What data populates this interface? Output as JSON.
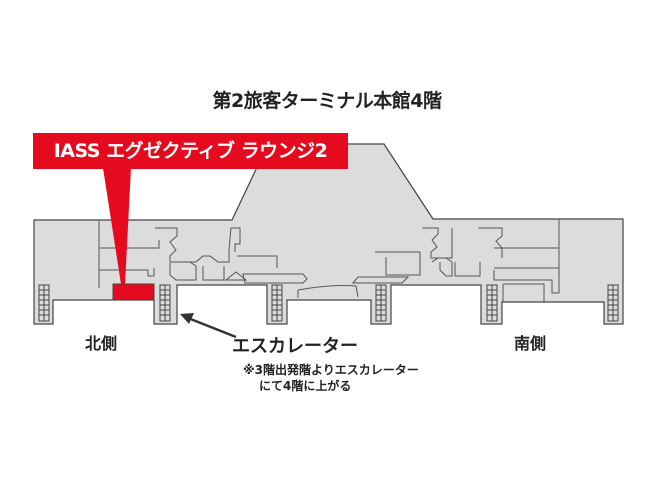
{
  "title": "第2旅客ターミナル本館4階",
  "callout": {
    "label": "IASS エグゼクティブ ラウンジ2",
    "color": "#e60a1e"
  },
  "labels": {
    "north": "北側",
    "south": "南側",
    "escalator": "エスカレーター",
    "note_line1": "※3階出発階よりエスカレーター",
    "note_line2": "にて4階に上がる"
  },
  "colors": {
    "floor": "#dcdcdc",
    "outline": "#444444",
    "highlight": "#e60a1e"
  }
}
